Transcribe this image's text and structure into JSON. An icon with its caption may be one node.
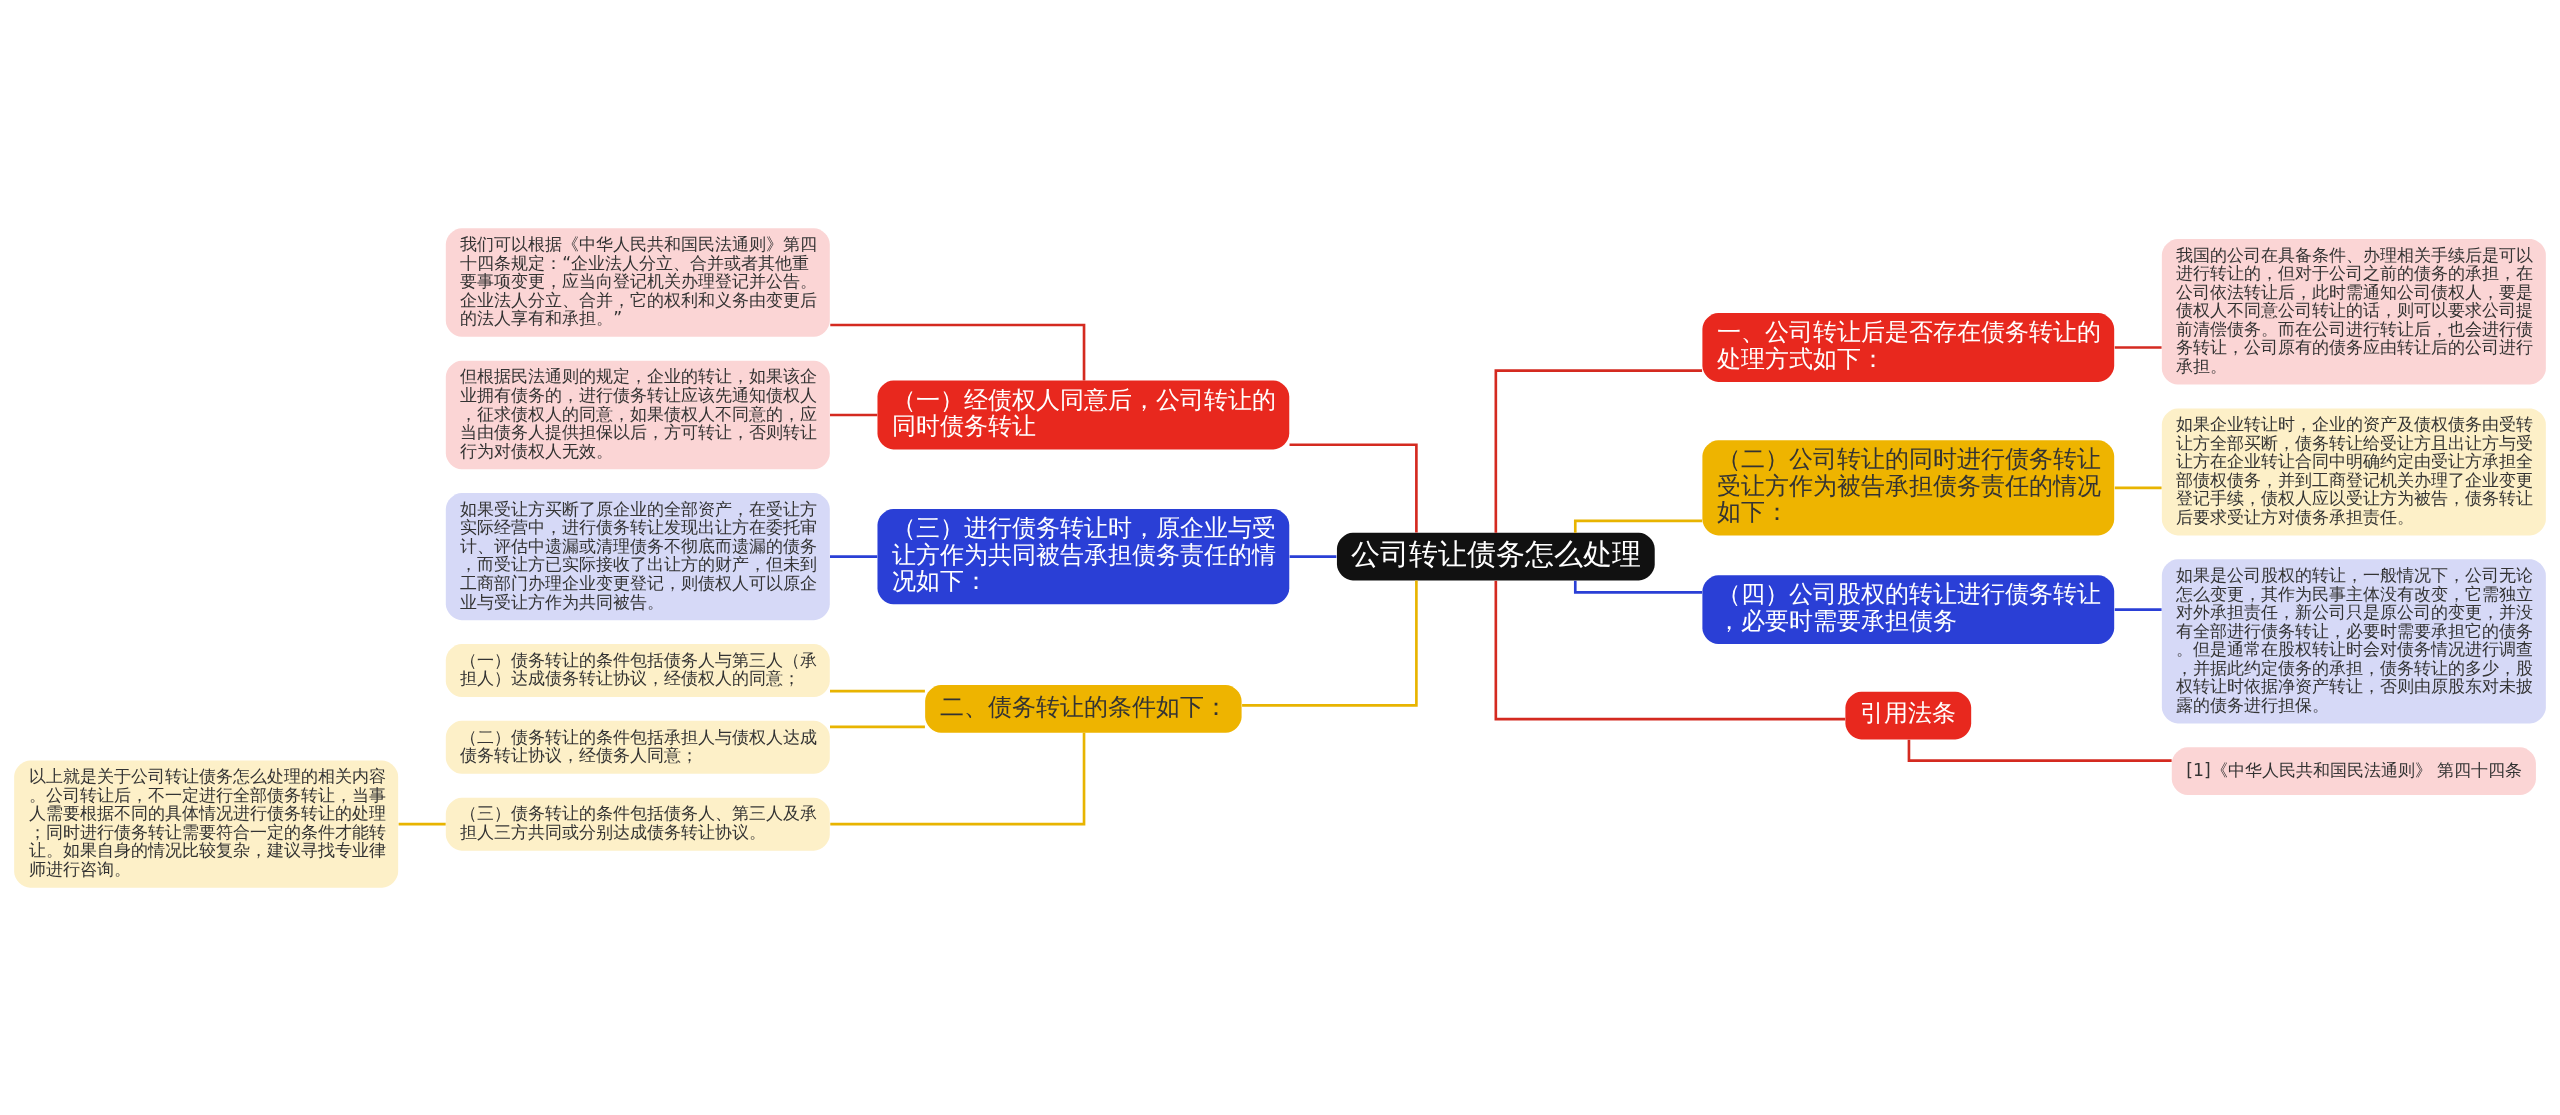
{
  "diagram": {
    "nodes": [
      {
        "text": [
          "公司转让债务怎么处理"
        ]
      },
      {
        "text": [
          "（一）经债权人同意后，公司转让的同时债务转让"
        ]
      },
      {
        "text": [
          "我们可以根据《中华人民共和国民法通则》第四十四条规定：“企业法人分立、合并或者其他重要事项变更，应当向登记机关办理登记并公告。企业法人分立、合并，它的权利和义务由变更后的法人享有和承担。”"
        ]
      },
      {
        "text": [
          "但根据民法通则的规定，企业的转让，如果该企业拥有债务的，进行债务转让应该先通知债权人，征求债权人的同意，如果债权人不同意的，应当由债务人提供担保以后，方可转让，否则转让行为对债权人无效。"
        ]
      },
      {
        "text": [
          "（三）进行债务转让时，原企业与受让方作为共同被告承担债务责任的情况如下："
        ]
      },
      {
        "text": [
          "如果受让方买断了原企业的全部资产，在受让方实际经营中，进行债务转让发现出让方在委托审计、评估中遗漏或清理债务不彻底而遗漏的债务，而受让方已实际接收了出让方的财产，但未到工商部门办理企业变更登记，则债权人可以原企业与受让方作为共同被告。"
        ]
      },
      {
        "text": [
          "二、债务转让的条件如下："
        ]
      },
      {
        "text": [
          "（一）债务转让的条件包括债务人与第三人（承担人）达成债务转让协议，经债权人的同意；"
        ]
      },
      {
        "text": [
          "（二）债务转让的条件包括承担人与债权人达成债务转让协议，经债务人同意；"
        ]
      },
      {
        "text": [
          "（三）债务转让的条件包括债务人、第三人及承担人三方共同或分别达成债务转让协议。"
        ]
      },
      {
        "text": [
          "以上就是关于公司转让债务怎么处理的相关内容。公司转让后，不一定进行全部债务转让，当事人需要根据不同的具体情况进行债务转让的处理；同时进行债务转让需要符合一定的条件才能转让。如果自身的情况比较复杂，建议寻找专业律师进行咨询。"
        ]
      },
      {
        "text": [
          "一、公司转让后是否存在债务转让的处理方式如下："
        ]
      },
      {
        "text": [
          "我国的公司在具备条件、办理相关手续后是可以进行转让的，但对于公司之前的债务的承担，在公司依法转让后，此时需通知公司债权人，要是债权人不同意公司转让的话，则可以要求公司提前清偿债务。而在公司进行转让后，也会进行债务转让，公司原有的债务应由转让后的公司进行承担。"
        ]
      },
      {
        "text": [
          "（二）公司转让的同时进行债务转让受让方作为被告承担债务责任的情况如下："
        ]
      },
      {
        "text": [
          "如果企业转让时，企业的资产及债权债务由受转让方全部买断，债务转让给受让方且出让方与受让方在企业转让合同中明确约定由受让方承担全部债权债务，并到工商登记机关办理了企业变更登记手续，债权人应以受让方为被告，债务转让后要求受让方对债务承担责任。"
        ]
      },
      {
        "text": [
          "（四）公司股权的转让进行债务转让，必要时需要承担债务"
        ]
      },
      {
        "text": [
          "如果是公司股权的转让，一般情况下，公司无论怎么变更，其作为民事主体没有改变，它需独立对外承担责任，新公司只是原公司的变更，并没有全部进行债务转让，必要时需要承担它的债务。但是通常在股权转让时会对债务情况进行调查，并据此约定债务的承担，债务转让的多少，股权转让时依据净资产转让，否则由原股东对未披露的债务进行担保。"
        ]
      },
      {
        "text": [
          "引用法条"
        ]
      },
      {
        "text": [
          "[1]《中华人民共和国民法通则》 第四十四条"
        ]
      }
    ],
    "edges": [
      {
        "from": 2,
        "to": 1,
        "arrow": "none"
      },
      {
        "from": 3,
        "to": 1,
        "arrow": "none"
      },
      {
        "from": 1,
        "to": 0,
        "arrow": "none"
      },
      {
        "from": 5,
        "to": 4,
        "arrow": "none",
        "color": "#2a3fd6"
      },
      {
        "from": 4,
        "to": 0,
        "arrow": "none",
        "color": "#2a3fd6"
      },
      {
        "from": 7,
        "to": 6,
        "arrow": "none",
        "color": "#e8b400"
      },
      {
        "from": 8,
        "to": 6,
        "arrow": "none",
        "color": "#e8b400"
      },
      {
        "from": 10,
        "to": 9,
        "arrow": "none",
        "color": "#e8b400"
      },
      {
        "from": 9,
        "to": 6,
        "arrow": "none",
        "color": "#e8b400"
      },
      {
        "from": 6,
        "to": 0,
        "arrow": "none",
        "color": "#e8b400"
      },
      {
        "from": 0,
        "to": 11,
        "arrow": "none"
      },
      {
        "from": 11,
        "to": 12,
        "arrow": "none"
      },
      {
        "from": 0,
        "to": 13,
        "arrow": "none",
        "color": "#e8b400"
      },
      {
        "from": 13,
        "to": 14,
        "arrow": "none",
        "color": "#e8b400"
      },
      {
        "from": 0,
        "to": 15,
        "arrow": "none",
        "color": "#2a3fd6"
      },
      {
        "from": 15,
        "to": 16,
        "arrow": "none",
        "color": "#2a3fd6"
      },
      {
        "from": 0,
        "to": 17,
        "arrow": "none"
      },
      {
        "from": 17,
        "to": 18,
        "arrow": "none"
      }
    ]
  }
}
